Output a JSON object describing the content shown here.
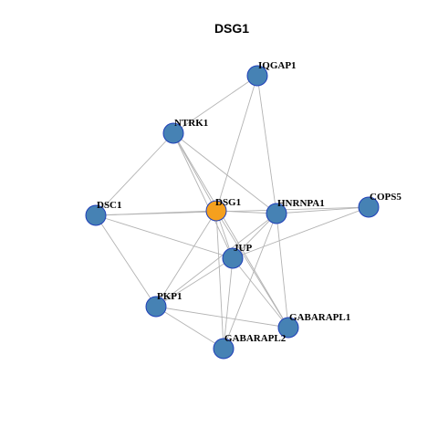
{
  "title": "DSG1",
  "colors": {
    "edge": "#b3b3b3",
    "node_fill": "#4682b4",
    "node_stroke": "#1f3fb8",
    "center_fill": "#f5a01e",
    "center_stroke": "#1f3fb8"
  },
  "nodes": [
    {
      "id": "IQGAP1",
      "label": "IQGAP1",
      "center": false
    },
    {
      "id": "NTRK1",
      "label": "NTRK1",
      "center": false
    },
    {
      "id": "DSC1",
      "label": "DSC1",
      "center": false
    },
    {
      "id": "DSG1",
      "label": "DSG1",
      "center": true
    },
    {
      "id": "HNRNPA1",
      "label": "HNRNPA1",
      "center": false
    },
    {
      "id": "COPS5",
      "label": "COPS5",
      "center": false
    },
    {
      "id": "JUP",
      "label": "JUP",
      "center": false
    },
    {
      "id": "PKP1",
      "label": "PKP1",
      "center": false
    },
    {
      "id": "GABARAPL1",
      "label": "GABARAPL1",
      "center": false
    },
    {
      "id": "GABARAPL2",
      "label": "GABARAPL2",
      "center": false
    }
  ],
  "edges": [
    [
      "IQGAP1",
      "DSG1"
    ],
    [
      "IQGAP1",
      "HNRNPA1"
    ],
    [
      "IQGAP1",
      "NTRK1"
    ],
    [
      "NTRK1",
      "DSC1"
    ],
    [
      "NTRK1",
      "DSG1"
    ],
    [
      "NTRK1",
      "HNRNPA1"
    ],
    [
      "NTRK1",
      "JUP"
    ],
    [
      "NTRK1",
      "GABARAPL1"
    ],
    [
      "DSC1",
      "DSG1"
    ],
    [
      "DSC1",
      "JUP"
    ],
    [
      "DSC1",
      "PKP1"
    ],
    [
      "DSC1",
      "COPS5"
    ],
    [
      "DSG1",
      "HNRNPA1"
    ],
    [
      "DSG1",
      "JUP"
    ],
    [
      "DSG1",
      "PKP1"
    ],
    [
      "DSG1",
      "GABARAPL1"
    ],
    [
      "DSG1",
      "GABARAPL2"
    ],
    [
      "HNRNPA1",
      "COPS5"
    ],
    [
      "HNRNPA1",
      "JUP"
    ],
    [
      "HNRNPA1",
      "PKP1"
    ],
    [
      "HNRNPA1",
      "GABARAPL1"
    ],
    [
      "HNRNPA1",
      "GABARAPL2"
    ],
    [
      "COPS5",
      "JUP"
    ],
    [
      "JUP",
      "PKP1"
    ],
    [
      "JUP",
      "GABARAPL1"
    ],
    [
      "JUP",
      "GABARAPL2"
    ],
    [
      "PKP1",
      "GABARAPL1"
    ],
    [
      "PKP1",
      "GABARAPL2"
    ]
  ]
}
